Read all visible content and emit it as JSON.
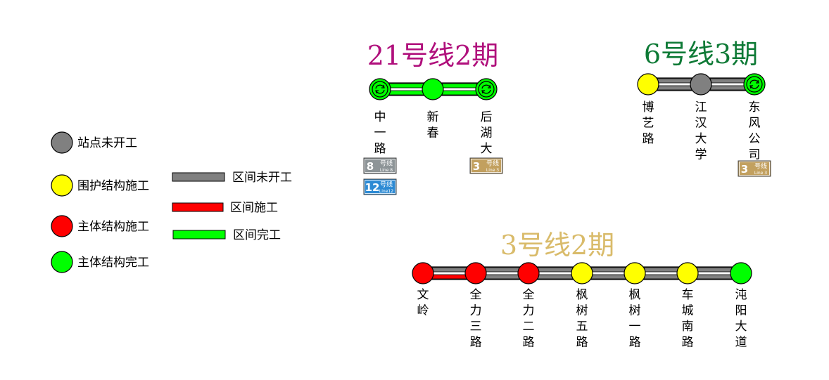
{
  "colors": {
    "grey": "#808080",
    "yellow": "#ffff00",
    "red": "#ff0000",
    "green": "#00ff00",
    "line21": "#b0107c",
    "line6": "#0e7a36",
    "line3": "#d9bb6a",
    "badge8": "#8d9497",
    "badge12": "#2c8ad4",
    "badge3": "#c2a05f"
  },
  "legend": {
    "stations": [
      {
        "label": "站点未开工",
        "color": "grey"
      },
      {
        "label": "围护结构施工",
        "color": "yellow"
      },
      {
        "label": "主体结构施工",
        "color": "red"
      },
      {
        "label": "主体结构完工",
        "color": "green"
      }
    ],
    "sections": [
      {
        "label": "区间未开工",
        "color": "grey"
      },
      {
        "label": "区间施工",
        "color": "red"
      },
      {
        "label": "区间完工",
        "color": "green"
      }
    ]
  },
  "lines": [
    {
      "id": "line21",
      "title": "21号线2期",
      "title_color": "line21",
      "stations": [
        {
          "name": "中一路",
          "status": "green",
          "interchange": true,
          "badges": [
            {
              "num": "8",
              "cn": "号线",
              "en": "Line 8",
              "color": "badge8"
            },
            {
              "num": "12",
              "cn": "号线",
              "en": "Line12",
              "color": "badge12"
            }
          ]
        },
        {
          "name": "新春",
          "status": "green",
          "interchange": false,
          "badges": []
        },
        {
          "name": "后湖大道",
          "status": "green",
          "interchange": true,
          "badges": [
            {
              "num": "3",
              "cn": "号线",
              "en": "Line 3",
              "color": "badge3"
            }
          ]
        }
      ],
      "sections": [
        {
          "top": "green",
          "bottom": "green"
        },
        {
          "top": "green",
          "bottom": "green"
        }
      ]
    },
    {
      "id": "line6",
      "title": "6号线3期",
      "title_color": "line6",
      "stations": [
        {
          "name": "博艺路",
          "status": "yellow",
          "interchange": false,
          "badges": []
        },
        {
          "name": "江汉大学",
          "status": "grey",
          "interchange": false,
          "badges": []
        },
        {
          "name": "东风公司",
          "status": "green",
          "interchange": true,
          "badges": [
            {
              "num": "3",
              "cn": "号线",
              "en": "Line 3",
              "color": "badge3"
            }
          ]
        }
      ],
      "sections": [
        {
          "top": "grey",
          "bottom": "grey"
        },
        {
          "top": "grey",
          "bottom": "grey"
        }
      ]
    },
    {
      "id": "line3",
      "title": "3号线2期",
      "title_color": "line3",
      "stations": [
        {
          "name": "文岭",
          "status": "red",
          "interchange": false,
          "badges": []
        },
        {
          "name": "全力三路",
          "status": "red",
          "interchange": false,
          "badges": []
        },
        {
          "name": "全力二路",
          "status": "red",
          "interchange": false,
          "badges": []
        },
        {
          "name": "枫树五路",
          "status": "yellow",
          "interchange": false,
          "badges": []
        },
        {
          "name": "枫树一路",
          "status": "yellow",
          "interchange": false,
          "badges": []
        },
        {
          "name": "车城南路",
          "status": "yellow",
          "interchange": false,
          "badges": []
        },
        {
          "name": "沌阳大道",
          "status": "green",
          "interchange": false,
          "badges": []
        }
      ],
      "sections": [
        {
          "top": "grey",
          "bottom": "red"
        },
        {
          "top": "grey",
          "bottom": "grey"
        },
        {
          "top": "grey",
          "bottom": "grey"
        },
        {
          "top": "grey",
          "bottom": "grey"
        },
        {
          "top": "grey",
          "bottom": "grey"
        },
        {
          "top": "grey",
          "bottom": "grey"
        }
      ]
    }
  ]
}
